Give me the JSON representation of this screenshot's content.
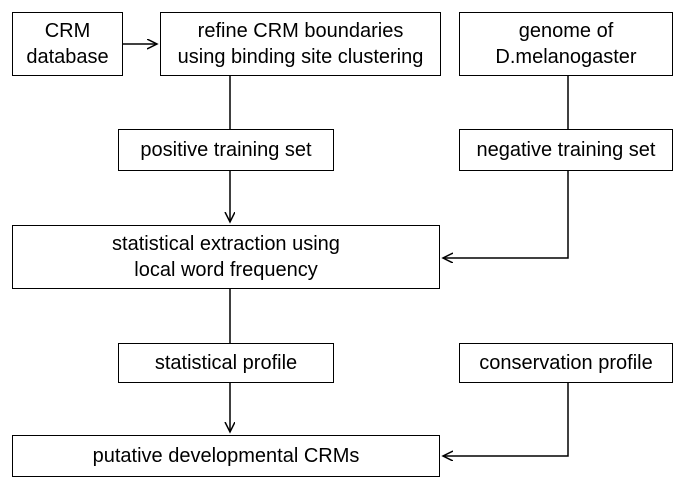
{
  "boxes": {
    "crm_database": [
      "CRM",
      "database"
    ],
    "refine": [
      "refine CRM boundaries",
      "using binding site clustering"
    ],
    "genome": [
      "genome of",
      "D.melanogaster"
    ],
    "positive_training": "positive training set",
    "negative_training": "negative training set",
    "extraction": [
      "statistical extraction using",
      "local word frequency"
    ],
    "statistical_profile": "statistical profile",
    "conservation_profile": "conservation profile",
    "putative": "putative developmental CRMs"
  },
  "edges": [
    {
      "from": "crm_database",
      "to": "refine"
    },
    {
      "from": "refine",
      "to": "positive_training"
    },
    {
      "from": "positive_training",
      "to": "extraction"
    },
    {
      "from": "genome",
      "to": "negative_training"
    },
    {
      "from": "negative_training",
      "to": "extraction"
    },
    {
      "from": "extraction",
      "to": "statistical_profile"
    },
    {
      "from": "statistical_profile",
      "to": "putative"
    },
    {
      "from": "conservation_profile",
      "to": "putative"
    }
  ]
}
